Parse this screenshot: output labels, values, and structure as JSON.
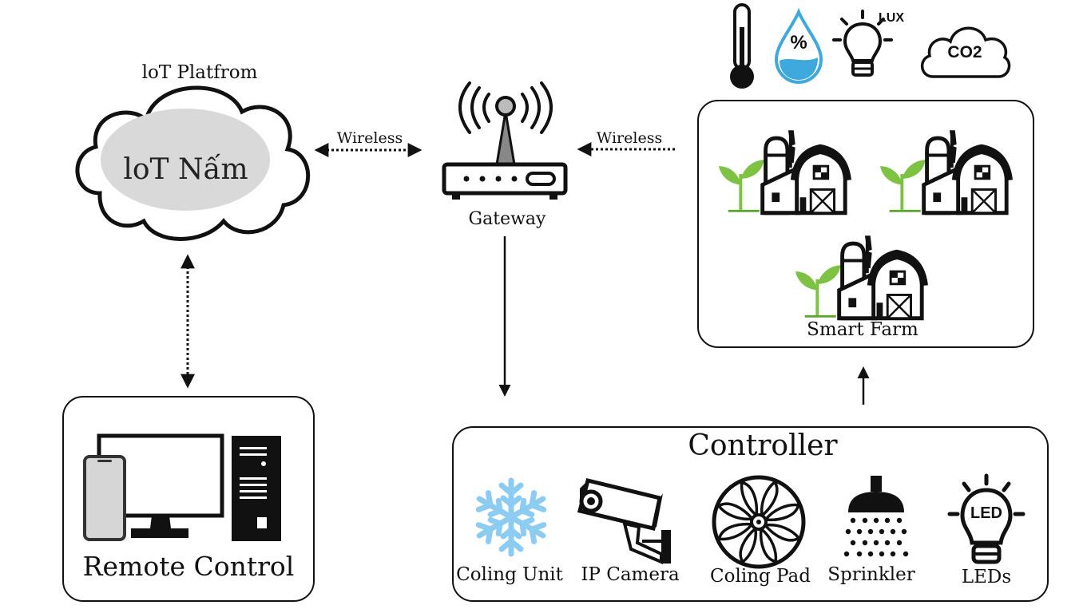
{
  "cloud": {
    "platform_label": "loT Platfrom",
    "name": "loT Nấm"
  },
  "links": {
    "left_wireless": "Wireless",
    "right_wireless": "Wireless"
  },
  "gateway": {
    "label": "Gateway"
  },
  "sensors": {
    "lux_label": "LUX",
    "humidity_symbol": "%",
    "co2_label": "CO2"
  },
  "smart_farm": {
    "label": "Smart Farm"
  },
  "remote": {
    "label": "Remote Control"
  },
  "controller": {
    "title": "Controller",
    "devices": [
      {
        "label": "Coling Unit",
        "icon": "snowflake-icon"
      },
      {
        "label": "IP Camera",
        "icon": "camera-icon"
      },
      {
        "label": "Coling Pad",
        "icon": "fan-icon"
      },
      {
        "label": "Sprinkler",
        "icon": "sprinkler-icon"
      },
      {
        "label": "LEDs",
        "icon": "led-bulb-icon"
      }
    ],
    "led_text": "LED"
  },
  "colors": {
    "line": "#111111",
    "cloud_fill": "#d9d9d9",
    "snowflake": "#8cccf2",
    "water": "#3fa9dd",
    "plant": "#7dc242"
  }
}
